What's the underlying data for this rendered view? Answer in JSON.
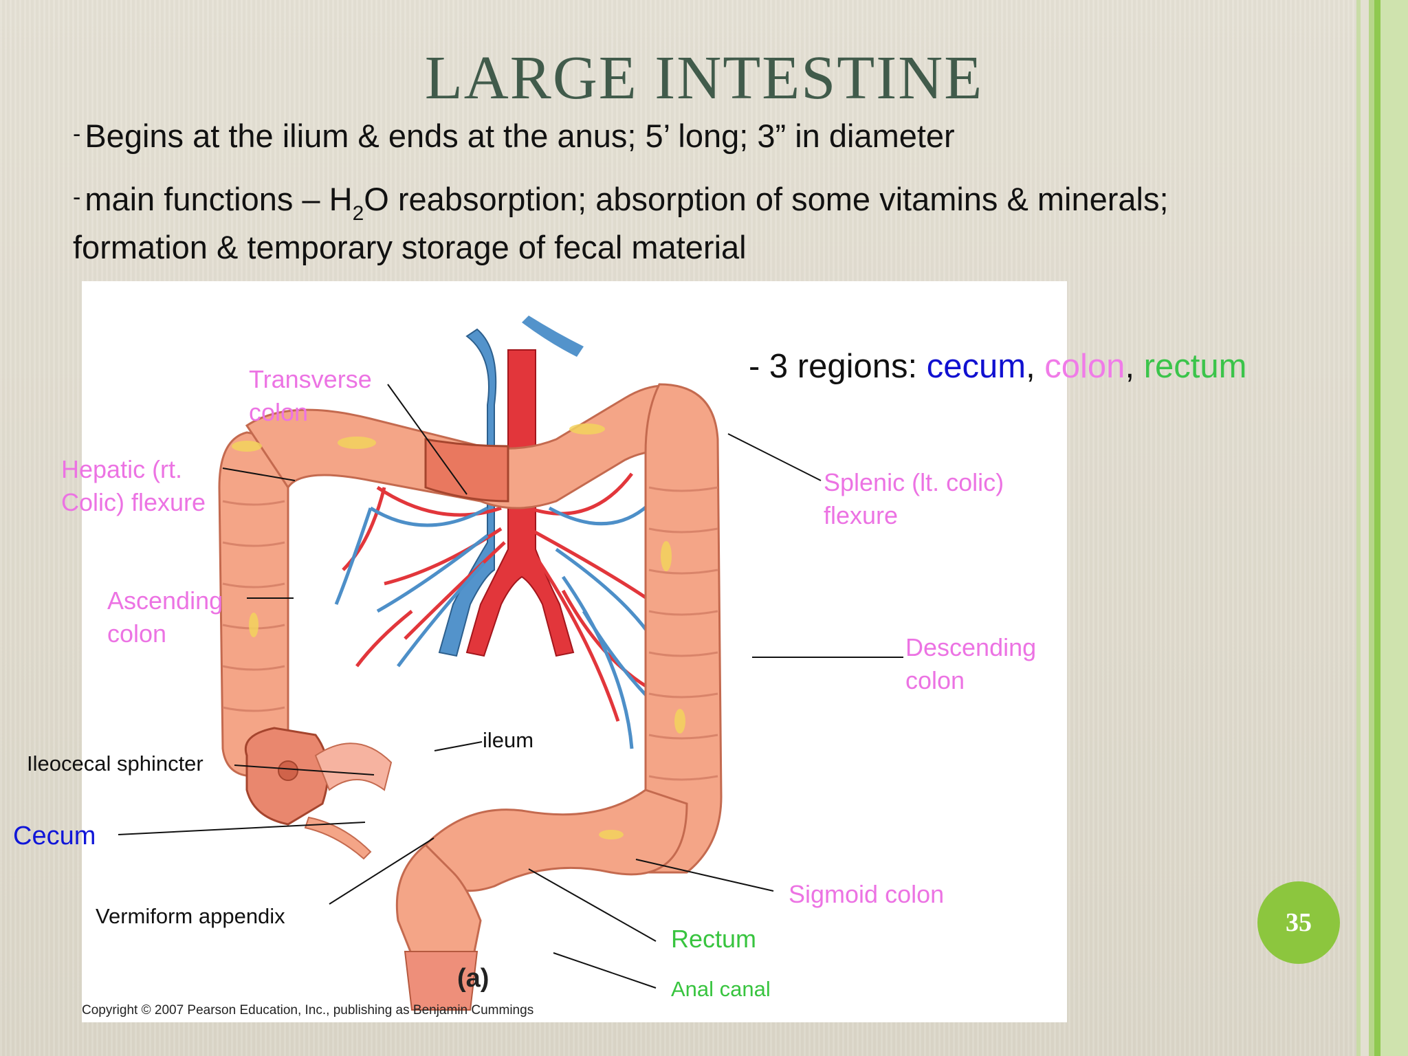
{
  "slide": {
    "title": "LARGE INTESTINE",
    "bullets": {
      "dash": "-",
      "b1": "Begins at the ilium & ends at the anus; 5’ long;  3” in diameter",
      "b2_pre": "main functions – H",
      "b2_sub": "2",
      "b2_post": "O reabsorption; absorption of some vitamins & minerals;",
      "b2_cont": "formation & temporary storage of fecal material"
    },
    "page_number": "35",
    "accent_color": "#8cc63e",
    "title_color": "#415b4b"
  },
  "figure": {
    "regions": {
      "prefix": "- 3 regions: ",
      "cecum": "cecum",
      "sep1": ", ",
      "colon": "colon",
      "sep2": ", ",
      "rectum": "rectum"
    },
    "labels": {
      "transverse_1": "Transverse",
      "transverse_2": "colon",
      "hepatic_1": "Hepatic (rt.",
      "hepatic_2": "Colic) flexure",
      "ascending_1": "Ascending",
      "ascending_2": "colon",
      "splenic_1": "Splenic (lt. colic)",
      "splenic_2": "flexure",
      "descending_1": "Descending",
      "descending_2": "colon",
      "ileum": "ileum",
      "ileocecal": "Ileocecal sphincter",
      "cecum": "Cecum",
      "appendix": "Vermiform appendix",
      "sigmoid": "Sigmoid colon",
      "rectum": "Rectum",
      "anal_canal": "Anal canal",
      "part": "(a)"
    },
    "copyright": "Copyright © 2007 Pearson Education, Inc., publishing as Benjamin Cummings",
    "colors": {
      "pink_label": "#ec73e3",
      "green_label": "#38c43f",
      "blue_label": "#1016d8",
      "colon_tissue": "#f4a587",
      "artery": "#e2363b",
      "vein": "#4d8fc8"
    }
  }
}
